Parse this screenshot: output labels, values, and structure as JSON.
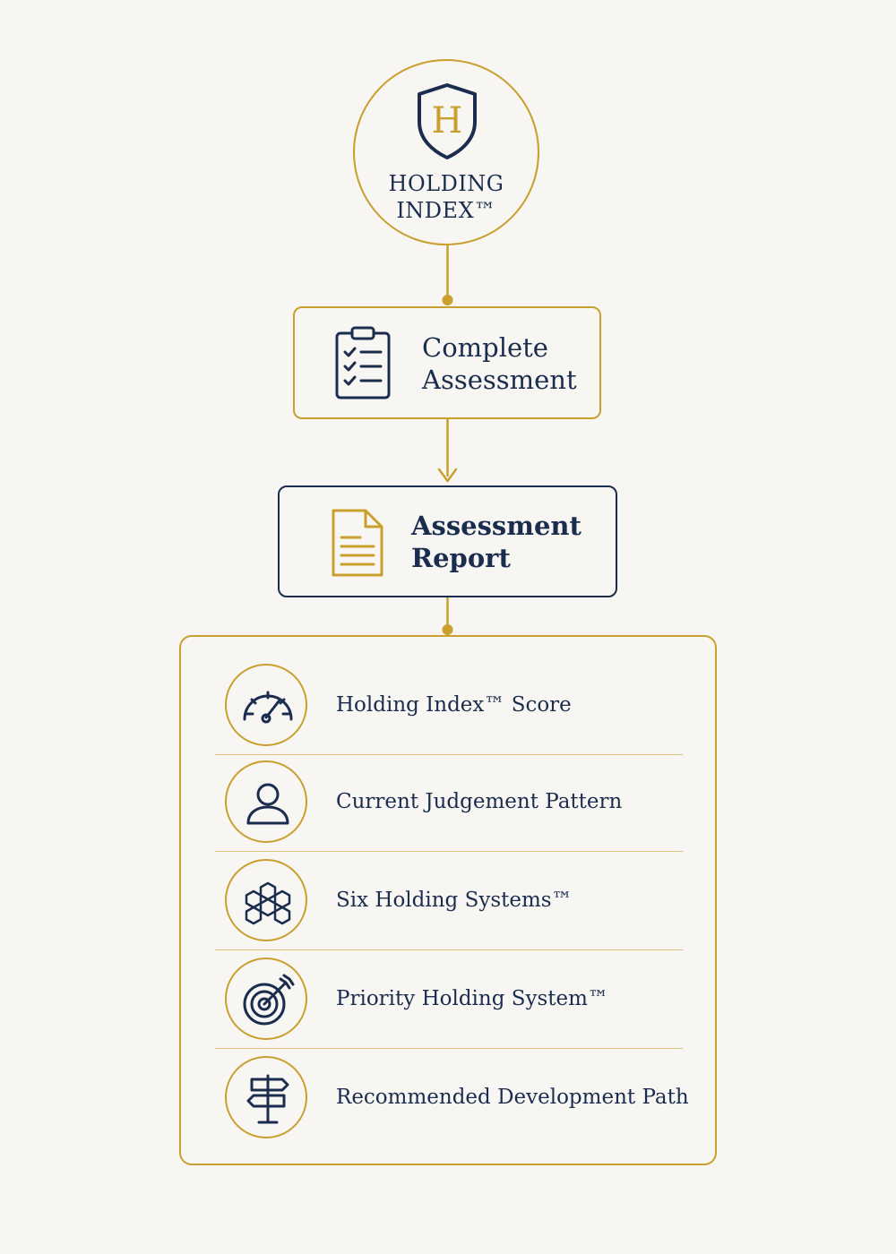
{
  "logo": {
    "monogram": "H",
    "line1": "HOLDING",
    "line2": "INDEX™"
  },
  "steps": [
    {
      "title_line1": "Complete",
      "title_line2": "Assessment",
      "icon": "clipboard-checklist-icon"
    },
    {
      "title_line1": "Assessment",
      "title_line2": "Report",
      "icon": "document-icon"
    }
  ],
  "outputs": [
    {
      "label": "Holding Index™ Score",
      "icon": "speedometer-icon"
    },
    {
      "label": "Current Judgement Pattern",
      "icon": "person-icon"
    },
    {
      "label": "Six Holding Systems™",
      "icon": "hexagon-cluster-icon"
    },
    {
      "label": "Priority Holding System™",
      "icon": "target-arrow-icon"
    },
    {
      "label": "Recommended Development Path",
      "icon": "signpost-icon"
    }
  ],
  "colors": {
    "gold": "#c9a02e",
    "navy": "#1b2d4f",
    "background": "#f8f6f2"
  }
}
